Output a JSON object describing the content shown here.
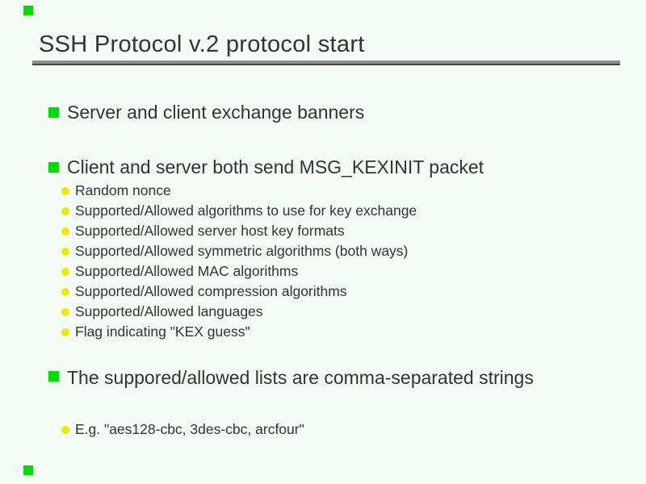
{
  "slide": {
    "title": "SSH Protocol v.2 protocol start",
    "bullets": [
      {
        "label": "Server and client exchange banners",
        "sub": []
      },
      {
        "label": "Client and server both send MSG_KEXINIT packet",
        "sub": [
          "Random nonce",
          "Supported/Allowed algorithms to use for key exchange",
          "Supported/Allowed server host key formats",
          "Supported/Allowed symmetric algorithms (both ways)",
          "Supported/Allowed MAC algorithms",
          "Supported/Allowed compression algorithms",
          "Supported/Allowed languages",
          "Flag indicating \"KEX guess\""
        ]
      },
      {
        "label": "The suppored/allowed lists are comma-separated strings",
        "sub": [
          "E.g. \"aes128-cbc, 3des-cbc, arcfour\""
        ]
      }
    ],
    "icons": {
      "level1_bullet": "green-square-bullet-icon",
      "level2_bullet": "yellow-dot-bullet-icon"
    },
    "colors": {
      "background": "#f4faf4",
      "text": "#333333",
      "bullet_level1_green": "#00db00",
      "bullet_level2_yellow": "#ebeb00",
      "rule_gray": "#909090",
      "rule_dark": "#474747"
    }
  }
}
